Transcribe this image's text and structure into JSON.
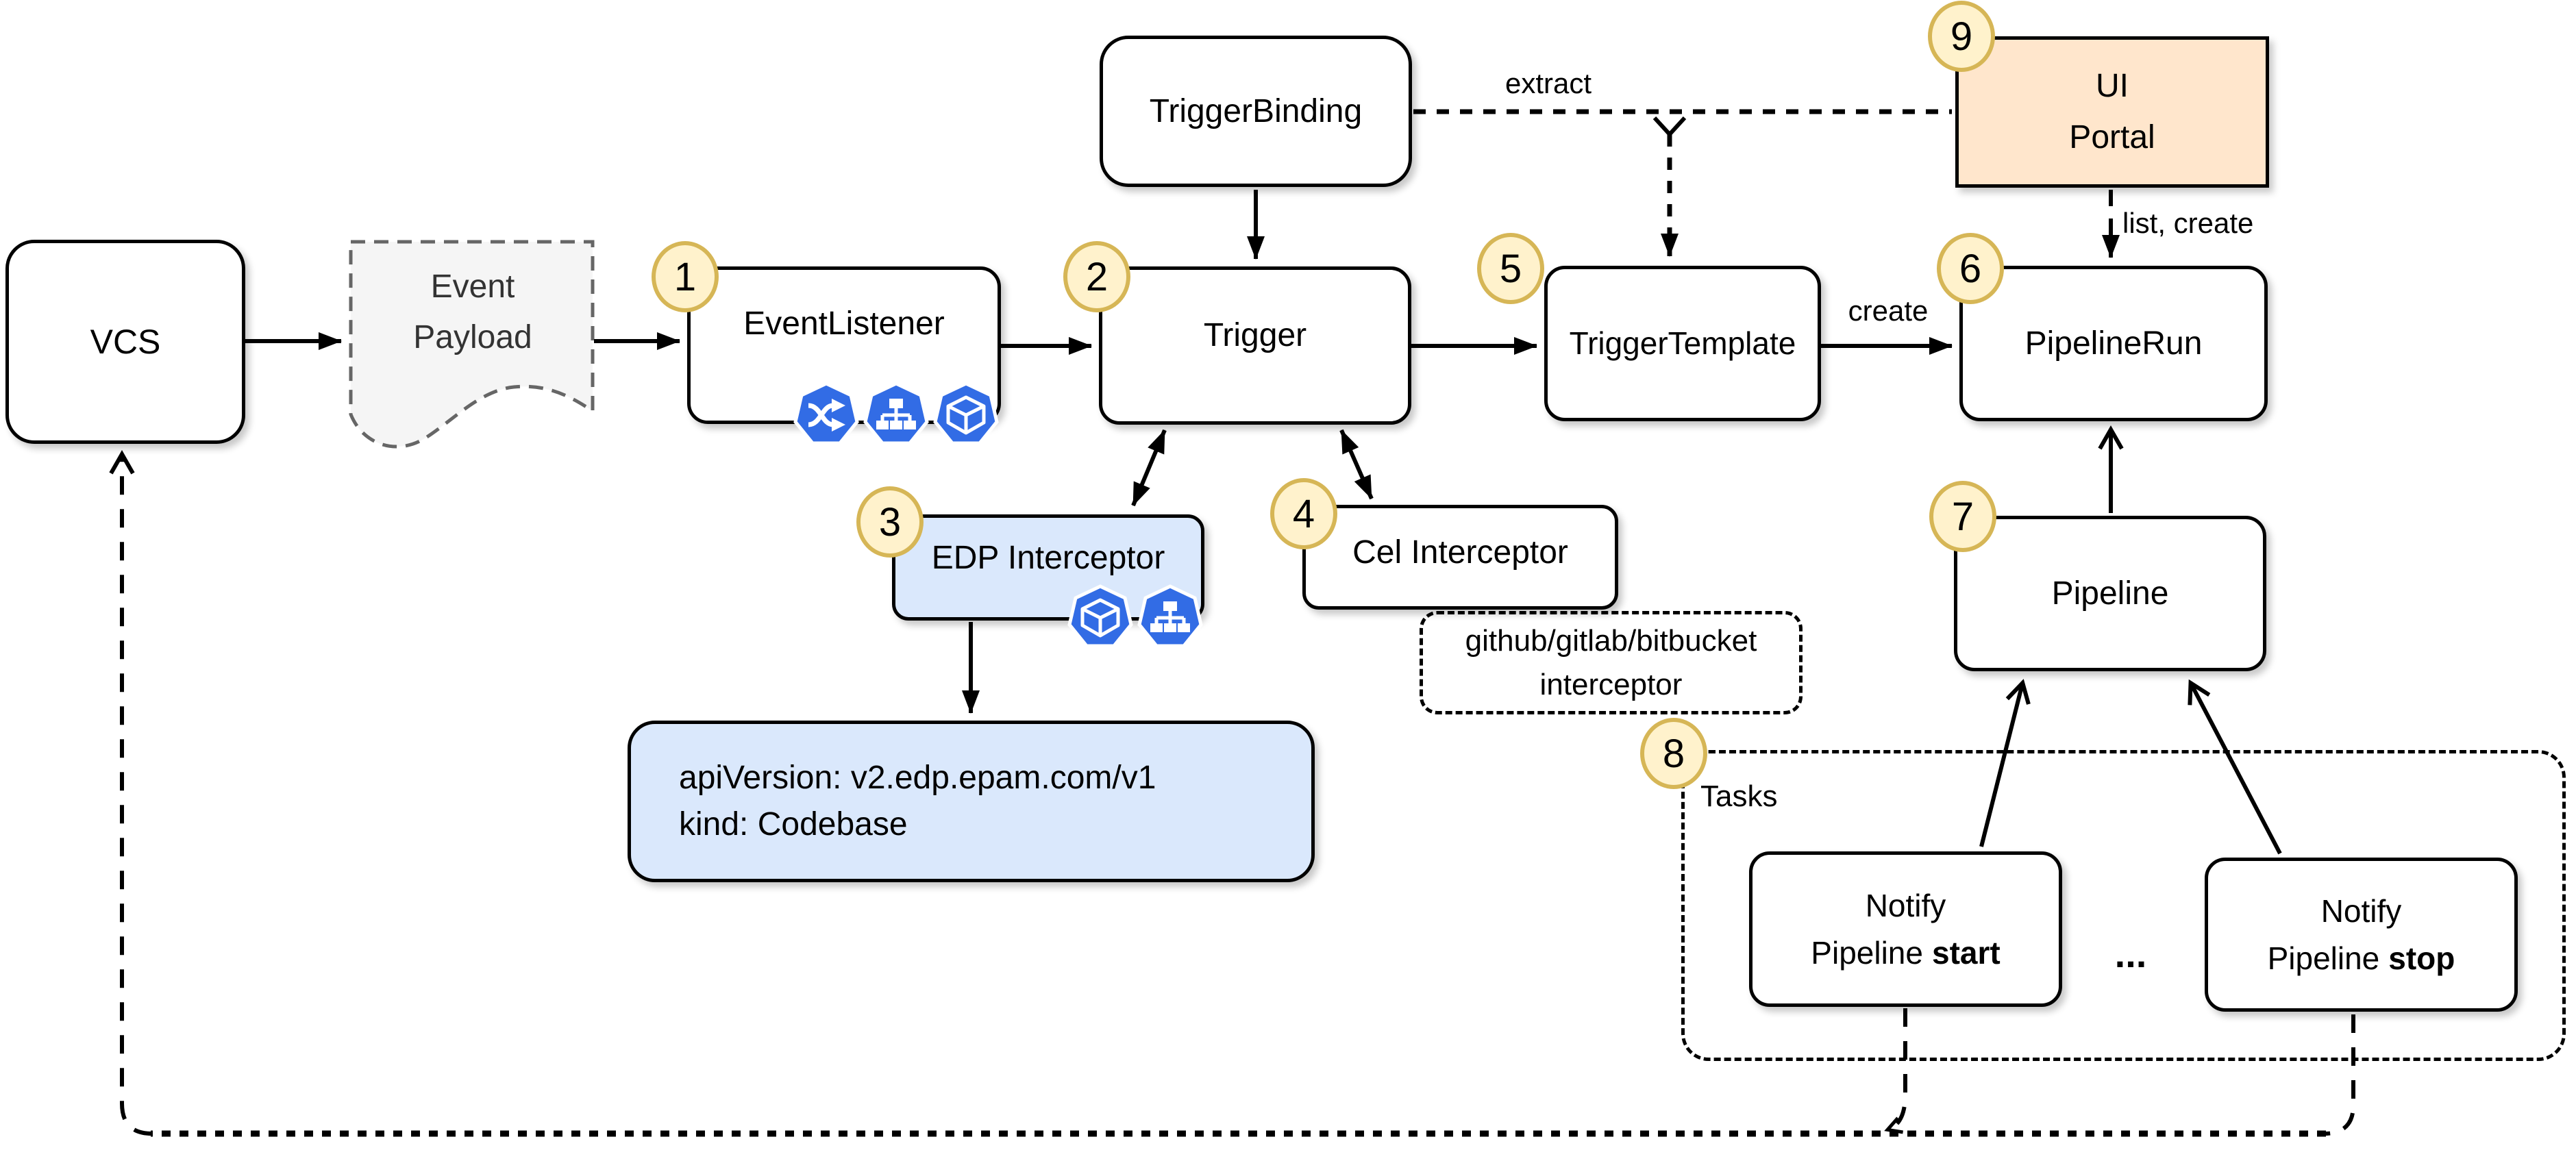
{
  "diagram_title": "CI/CD trigger flow diagram",
  "colors": {
    "node_fill": "#ffffff",
    "node_border": "#000000",
    "blue_fill": "#dae8fc",
    "orange_fill": "#ffe6cc",
    "gray_fill": "#f5f5f5",
    "badge_fill": "#fff2cc",
    "badge_border": "#d6b656",
    "k8s_icon_blue": "#326ce5"
  },
  "nodes": {
    "vcs": {
      "label": "VCS"
    },
    "event_payload": {
      "line1": "Event",
      "line2": "Payload"
    },
    "event_listener": {
      "label": "EventListener",
      "badge": "1"
    },
    "trigger_binding": {
      "label": "TriggerBinding"
    },
    "trigger": {
      "label": "Trigger",
      "badge": "2"
    },
    "edp_interceptor": {
      "label": "EDP Interceptor",
      "badge": "3"
    },
    "cel_interceptor": {
      "label": "Cel Interceptor",
      "badge": "4"
    },
    "github_interceptor": {
      "line1": "github/gitlab/bitbucket",
      "line2": "interceptor"
    },
    "codebase": {
      "line1": "apiVersion: v2.edp.epam.com/v1",
      "line2": "kind: Codebase"
    },
    "trigger_template": {
      "label": "TriggerTemplate",
      "badge": "5"
    },
    "pipeline_run": {
      "label": "PipelineRun",
      "badge": "6"
    },
    "pipeline": {
      "label": "Pipeline",
      "badge": "7"
    },
    "tasks_group": {
      "label": "Tasks",
      "badge": "8"
    },
    "notify_start": {
      "line1": "Notify",
      "line2_prefix": "Pipeline",
      "line2_bold": "start"
    },
    "ellipsis": "...",
    "notify_stop": {
      "line1": "Notify",
      "line2_prefix": "Pipeline",
      "line2_bold": "stop"
    },
    "ui_portal": {
      "line1": "UI",
      "line2": "Portal",
      "badge": "9"
    }
  },
  "edge_labels": {
    "extract": "extract",
    "create": "create",
    "list_create": "list, create"
  },
  "icons": {
    "event_listener": [
      "kubernetes-service-shuffle-icon",
      "kubernetes-deployment-tree-icon",
      "kubernetes-pod-cube-icon"
    ],
    "edp_interceptor": [
      "kubernetes-pod-cube-icon",
      "kubernetes-deployment-tree-icon"
    ]
  }
}
